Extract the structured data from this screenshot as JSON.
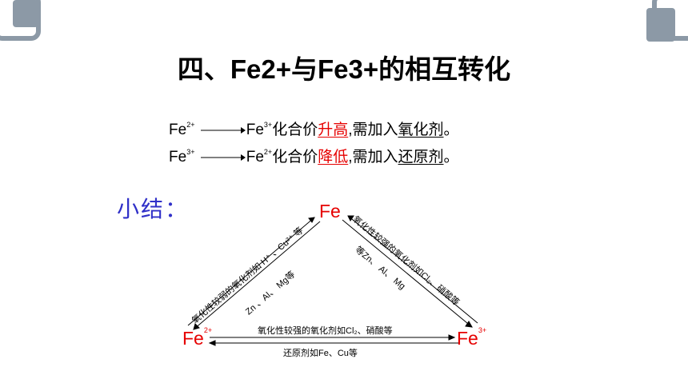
{
  "title": "四、Fe2+与Fe3+的相互转化",
  "line1": {
    "from": "Fe",
    "from_sup": "2+",
    "to": "Fe",
    "to_sup": "3+",
    "text1": "化合价",
    "change": "升高",
    "text2": " ,需加入",
    "agent": "氧化剂",
    "end": "。"
  },
  "line2": {
    "from": "Fe",
    "from_sup": "3+",
    "to": "Fe",
    "to_sup": "2+",
    "text1": "化合价",
    "change": "降低",
    "text2": " ,需加入",
    "agent": "还原剂",
    "end": "。"
  },
  "summary_label": "小结：",
  "triangle": {
    "top": "Fe",
    "left": "Fe",
    "left_sup": "2+",
    "right": "Fe",
    "right_sup": "3+",
    "left_outer": "氧化性较弱的氧化剂如 H⁺ 、Cu²⁺ 等",
    "left_inner": "Zn 、Al、 Mg等",
    "right_outer": "氧化性较强的氧化剂如Cl₂、硝酸等",
    "right_inner": "等Zn、 Al、 Mg",
    "bottom_top": "氧化性较强的氧化剂如Cl₂、硝酸等",
    "bottom_bottom": "还原剂如Fe、Cu等"
  },
  "colors": {
    "accent": "#e60000",
    "summary": "#3030c8",
    "corner": "#8c99a6"
  }
}
